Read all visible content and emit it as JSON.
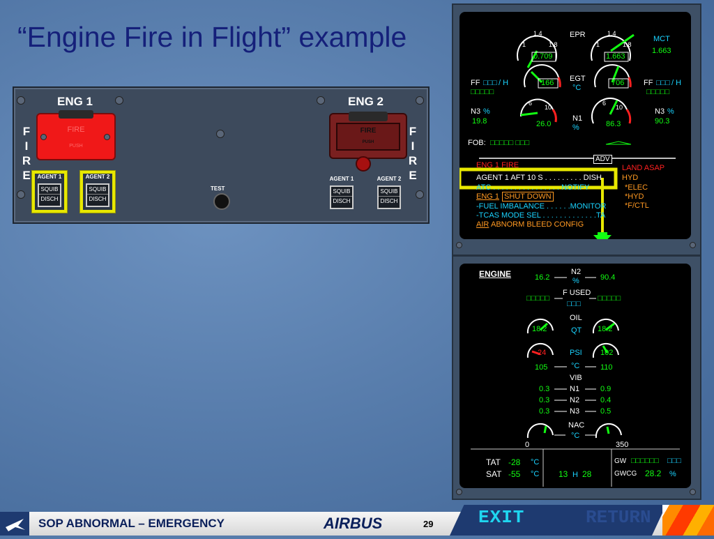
{
  "slide": {
    "title": "“Engine Fire in Flight” example"
  },
  "fire_panel": {
    "eng1": "ENG 1",
    "eng2": "ENG 2",
    "fire_letters": [
      "F",
      "I",
      "R",
      "E"
    ],
    "fire_btn1_text": "FIRE",
    "fire_btn1_sub": "PUSH",
    "fire_btn2_text": "FIRE",
    "fire_btn2_sub": "PUSH",
    "agent1": "AGENT 1",
    "agent2": "AGENT 2",
    "squib": "SQUIB",
    "disch": "DISCH",
    "test": "TEST"
  },
  "ewd": {
    "epr": "EPR",
    "epr_l_val": "0.709",
    "epr_r_val": "1.663",
    "mct": "MCT",
    "mct_val": "1.663",
    "egt": "EGT",
    "egt_unit": "°C",
    "egt_l": "166",
    "egt_r": "706",
    "ff": "FF",
    "ff_l_box": "□□□",
    "ff_unit": "/ H",
    "ff_l_val": "□□□□□",
    "ff_r_box": "□□□",
    "ff_r_val": "□□□□□",
    "n3": "N3",
    "pct": "%",
    "n3_l": "19.8",
    "n3_r": "90.3",
    "n1": "N1",
    "n1_l": "26.0",
    "n1_r": "86.3",
    "tick_14": "1.4",
    "tick_18": "1.8",
    "tick_1": "1",
    "tick_6": "6",
    "tick_10": "10",
    "fob": "FOB:",
    "fob_val": "□□□□□ □□□",
    "adv": "ADV",
    "line1_hidden": "ENG 1 FIRE",
    "agent_line": "AGENT 1 AFT 10  S . . . . . . . . . DISH",
    "line3_hidden": "ATC . . . . . . . . . . . . . . . . NOTIFY",
    "eng1_label": "ENG 1",
    "shut_down": "SHUT DOWN",
    "fuel_imb": "-FUEL IMBALANCE . . . . . .MONITOR",
    "tcas": "-TCAS MODE SEL . . . . . . . . . . . . .TA",
    "air": "AIR",
    "abnorm": "ABNORM BLEED CONFIG",
    "land_asap": "LAND ASAP",
    "hyd1": "HYD",
    "elec": "*ELEC",
    "hyd2": "*HYD",
    "fctl": "*F/CTL"
  },
  "sd": {
    "engine": "ENGINE",
    "n2": "N2",
    "pct": "%",
    "n2_l": "16.2",
    "n2_r": "90.4",
    "f_used": "F USED",
    "f_used_l": "□□□□□",
    "f_used_unit": "□□□",
    "f_used_r": "□□□□□",
    "oil": "OIL",
    "qt": "QT",
    "qt_l": "18.2",
    "qt_r": "18.2",
    "psi": "PSI",
    "psi_l": "24",
    "psi_r": "102",
    "degc": "°C",
    "t_l": "105",
    "t_r": "110",
    "vib": "VIB",
    "vib_n1": "N1",
    "vib_n2": "N2",
    "vib_n3": "N3",
    "vib_n1_l": "0.3",
    "vib_n1_r": "0.9",
    "vib_n2_l": "0.3",
    "vib_n2_r": "0.4",
    "vib_n3_l": "0.3",
    "vib_n3_r": "0.5",
    "nac": "NAC",
    "nac_unit": "°C",
    "nac_min": "0",
    "nac_max": "350",
    "tat": "TAT",
    "tat_val": "-28",
    "sat": "SAT",
    "sat_val": "-55",
    "deg": "°C",
    "time_h": "13",
    "h": "H",
    "time_m": "28",
    "gw": "GW",
    "gw_val": "□□□□□□",
    "gw_unit": "□□□",
    "gwcg": "GWCG",
    "gwcg_val": "28.2",
    "gwcg_unit": "%"
  },
  "footer": {
    "sop": "SOP ABNORMAL – EMERGENCY",
    "airbus": "AIRBUS",
    "page": "29",
    "exit": "EXIT",
    "return": "RETURN"
  },
  "colors": {
    "title": "#15207a",
    "ecam_green": "#12ff12",
    "ecam_cyan": "#1ad3ff",
    "ecam_amber": "#ff9922",
    "highlight": "#e8e800"
  }
}
